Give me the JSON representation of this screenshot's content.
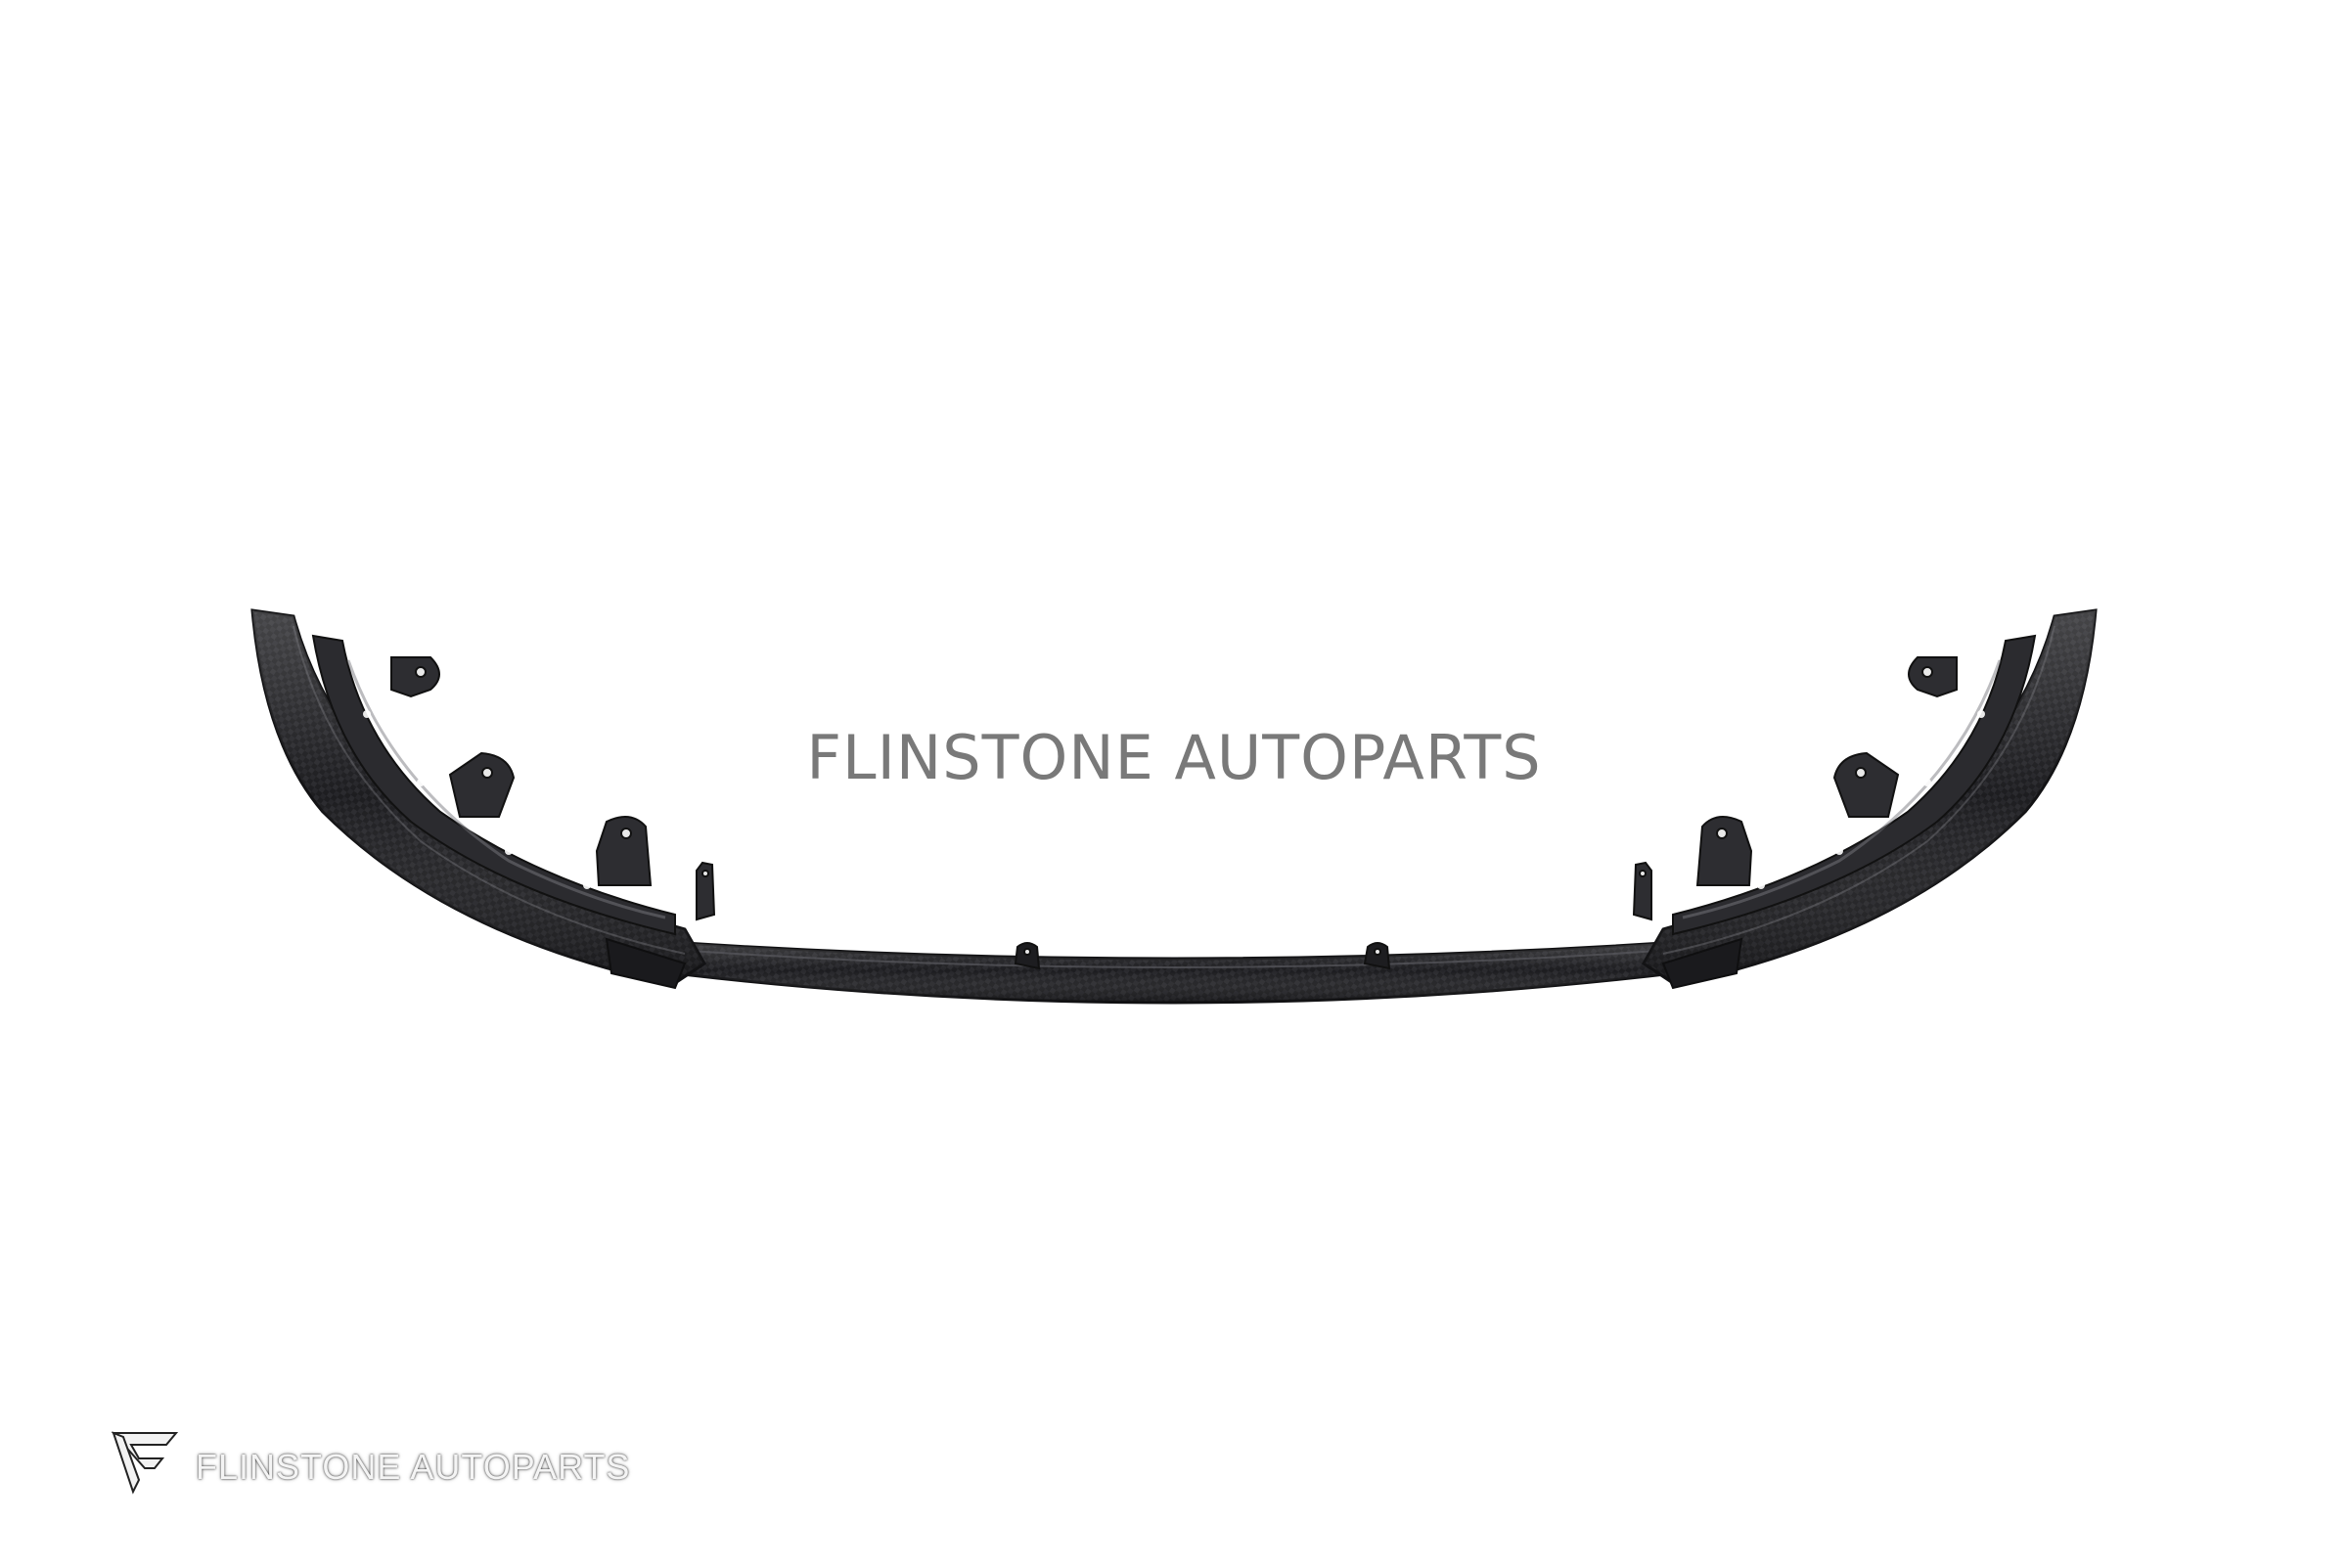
{
  "image": {
    "subject": "carbon-fiber-front-lip",
    "background_color": "#ffffff",
    "part_color": "#1c1c1e",
    "watermark_color": "#6e6e6e"
  },
  "watermark": {
    "text": "FLINSTONE AUTOPARTS"
  },
  "logo": {
    "icon": "flinstone-f-logo-icon",
    "text": "FLINSTONE AUTOPARTS",
    "text_color": "#f4f4f4"
  }
}
